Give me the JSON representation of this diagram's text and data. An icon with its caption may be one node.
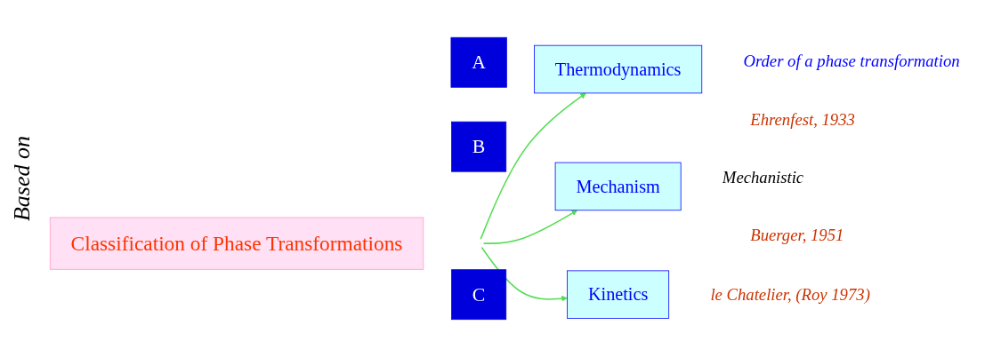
{
  "diagram": {
    "nodes": [
      {
        "text": [
          "Classification of Phase Transformations"
        ]
      },
      {
        "text": [
          "A"
        ]
      },
      {
        "text": [
          "Thermodynamics"
        ],
        "beside": [
          "Order of a phase transformation",
          "Ehrenfest, 1933"
        ]
      },
      {
        "text": [
          "B"
        ]
      },
      {
        "text": [
          "Mechanism"
        ],
        "beside": [
          "Mechanistic",
          "Buerger, 1951"
        ]
      },
      {
        "text": [
          "C"
        ]
      },
      {
        "text": [
          "Kinetics"
        ],
        "beside": [
          "le Chatelier, (Roy 1973)"
        ]
      }
    ],
    "edges": [
      {
        "from": null,
        "to": 2,
        "arrow": "to"
      },
      {
        "from": null,
        "to": 4,
        "arrow": "to"
      },
      {
        "from": null,
        "to": 6,
        "arrow": "to"
      }
    ],
    "labels": [
      "Based on"
    ]
  }
}
